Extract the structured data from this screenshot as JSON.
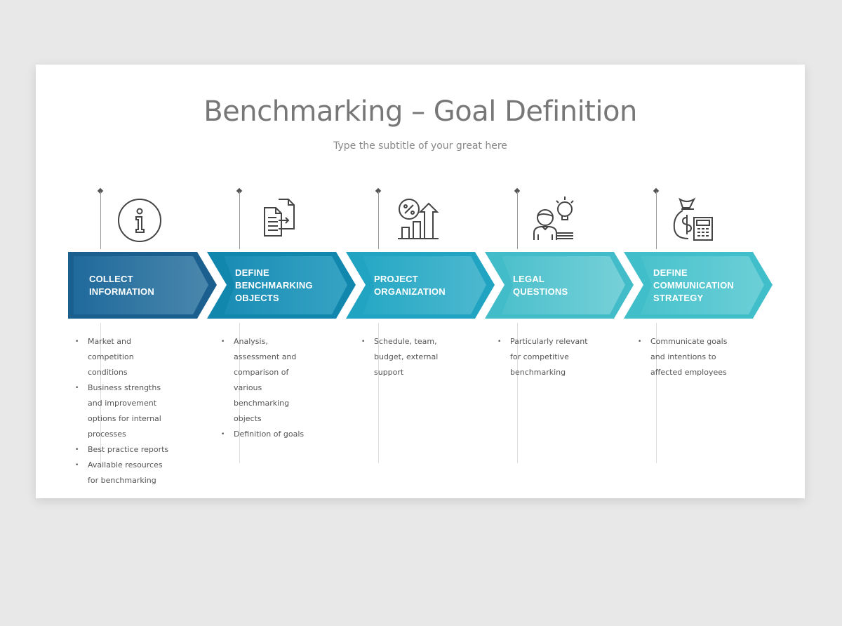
{
  "slide": {
    "title": "Benchmarking – Goal Definition",
    "subtitle": "Type the subtitle of your great here"
  },
  "steps": [
    {
      "label": "COLLECT\nINFORMATION",
      "icon": "info-circle-icon",
      "color_outer": "#1b5f8f",
      "color_inner_start": "#1f6a9c",
      "color_inner_end": "#4a87ac",
      "bullets": [
        "Market and competition conditions",
        "Business strengths and improvement options for internal processes",
        "Best practice reports",
        "Available resources for benchmarking"
      ]
    },
    {
      "label": "DEFINE\nBENCHMARKING\nOBJECTS",
      "icon": "documents-transfer-icon",
      "color_outer": "#1287ae",
      "color_inner_start": "#1a8db5",
      "color_inner_end": "#36a3c3",
      "bullets": [
        "Analysis, assessment and comparison of various benchmarking objects",
        "Definition of goals"
      ]
    },
    {
      "label": "PROJECT\nORGANIZATION",
      "icon": "growth-chart-percent-icon",
      "color_outer": "#20a4c2",
      "color_inner_start": "#26a8c5",
      "color_inner_end": "#4db8cf",
      "bullets": [
        "Schedule, team, budget, external support"
      ]
    },
    {
      "label": "LEGAL\nQUESTIONS",
      "icon": "person-idea-bulb-icon",
      "color_outer": "#43bcc9",
      "color_inner_start": "#4cc0cc",
      "color_inner_end": "#76d0d8",
      "bullets": [
        "Particularly relevant for competitive benchmarking"
      ]
    },
    {
      "label": "DEFINE\nCOMMUNICATION\nSTRATEGY",
      "icon": "money-bag-calculator-icon",
      "color_outer": "#40bfca",
      "color_inner_start": "#49c2cc",
      "color_inner_end": "#6ccfd7",
      "bullets": [
        "Communicate goals and intentions to affected employees"
      ]
    }
  ]
}
